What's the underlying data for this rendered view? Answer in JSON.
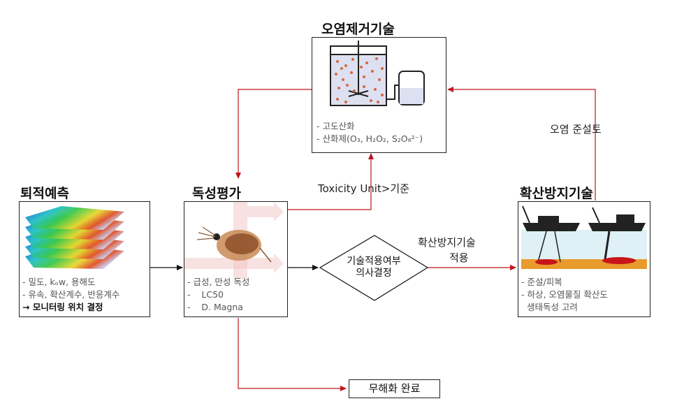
{
  "nodes": {
    "removal": {
      "title": "오염제거기술",
      "notes": [
        "- 고도산화",
        "- 산화제(O₃, H₂O₂, S₂O₈²⁻)"
      ]
    },
    "prediction": {
      "title": "퇴적예측",
      "notes": [
        "- 밀도, kₒw, 용해도",
        "- 유속, 확산계수, 반응계수"
      ],
      "emphasis": "→ 모니터링 위치 결정"
    },
    "toxicity": {
      "title": "독성평가",
      "notes": [
        "- 급성, 만성 독성",
        "-    LC50",
        "-    D. Magna"
      ]
    },
    "diffusion": {
      "title": "확산방지기술",
      "notes": [
        "- 준설/피복",
        "- 하상, 오염물질 확산도",
        "  생태독성 고려"
      ]
    },
    "decision": {
      "label_line1": "기술적용여부",
      "label_line2": "의사결정"
    },
    "harmless": {
      "label": "무해화 완료"
    }
  },
  "edge_labels": {
    "toxicity_unit": "Toxicity Unit>기준",
    "dredged_soil": "오염 준설토",
    "apply_line1": "확산방지기술",
    "apply_line2": "적용"
  },
  "colors": {
    "arrow_red": "#c0141b",
    "arrow_black": "#111111",
    "box_border": "#222222",
    "tank_fill": "#dde0f0",
    "particle": "#d06a45"
  }
}
